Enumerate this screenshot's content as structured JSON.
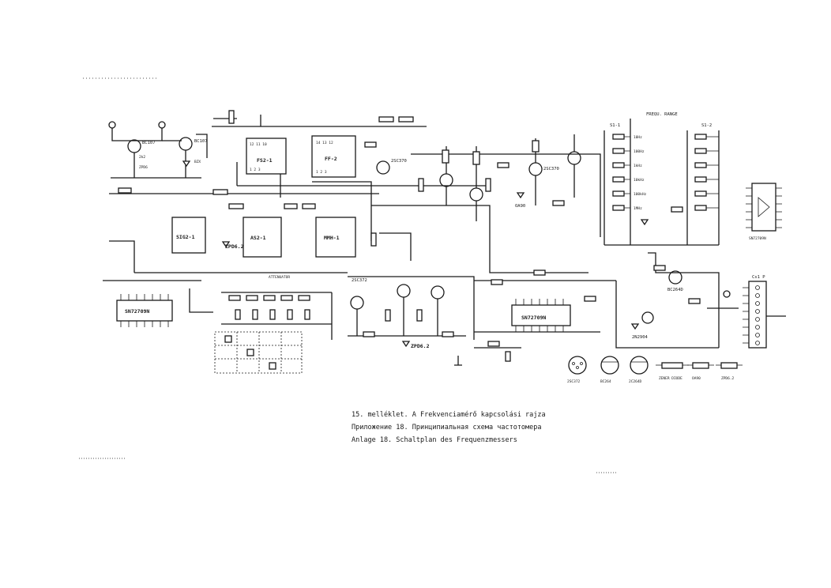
{
  "schematic": {
    "switch_block_left_title": "S1-1",
    "switch_block_mid_title": "FREQU. RANGE",
    "switch_block_right_title": "S1-2",
    "ic_labels": {
      "ic1": "FS2-1",
      "ic2": "FF-2",
      "ic3": "SIG2-1",
      "ic4": "AS2-1",
      "ic5": "MMH-1",
      "ic6": "SN72709N",
      "ic7": "SN72709N"
    },
    "transistor_labels": [
      "BC107",
      "BC107",
      "2SC370",
      "2SC370",
      "2SC372",
      "BC264D",
      "2N2904"
    ],
    "diode_labels": [
      "ZPD6.2",
      "ZPD6.2",
      "OA90"
    ],
    "range_labels": [
      "10Hz",
      "100Hz",
      "1kHz",
      "10kHz",
      "100kHz",
      "1MHz"
    ],
    "connector_title": "Cs1 P"
  },
  "pinouts": {
    "labels": [
      "2SC372",
      "BC264",
      "2C264D",
      "ZENER DIODE",
      "OA90",
      "ZPD6.2"
    ]
  },
  "ic_pinout_label": "SN72709N",
  "caption": {
    "line1": "15. melléklet. A Frekvenciamérő kapcsolási rajza",
    "line2": "Приложение 18. Принципиальная схема частотомера",
    "line3": "Anlage 18. Schaltplan des Frequenzmessers"
  }
}
